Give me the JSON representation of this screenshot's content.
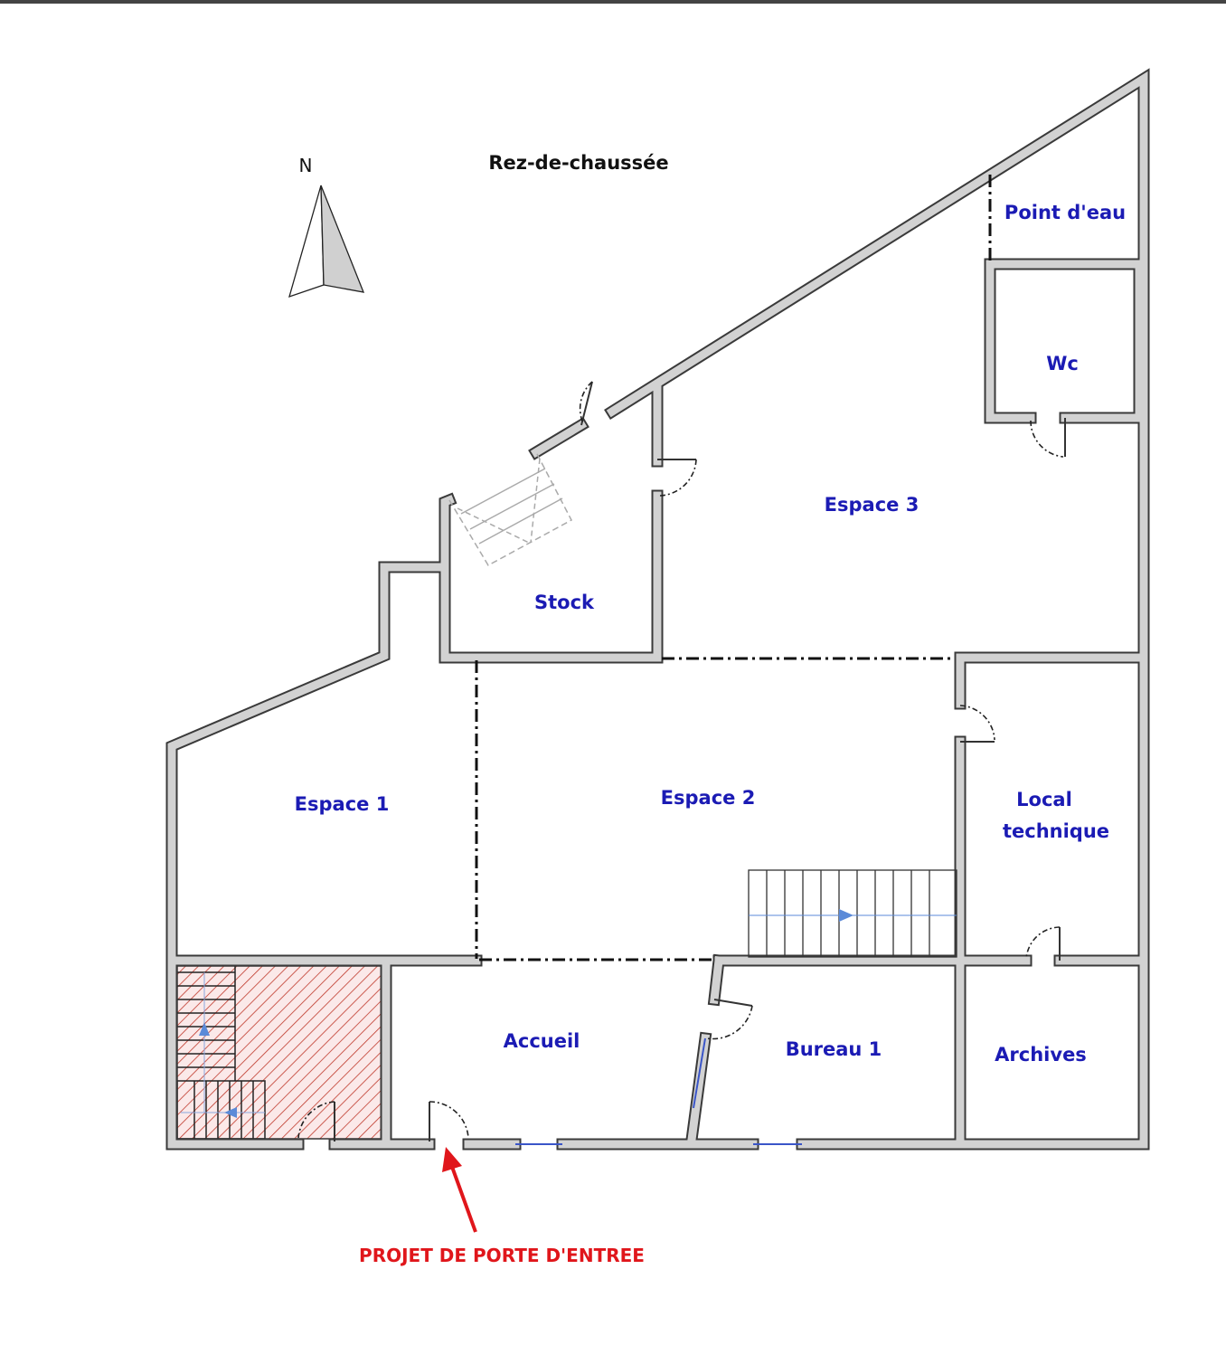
{
  "title": "Rez-de-chaussée",
  "compass": {
    "label": "N",
    "icon": "north-arrow-icon"
  },
  "rooms": {
    "point_eau": "Point d'eau",
    "wc": "Wc",
    "espace3": "Espace 3",
    "stock": "Stock",
    "espace1": "Espace 1",
    "espace2": "Espace 2",
    "local_line1": "Local",
    "local_line2": "technique",
    "accueil": "Accueil",
    "bureau1": "Bureau 1",
    "archives": "Archives"
  },
  "annotation": {
    "label": "PROJET DE PORTE D'ENTREE",
    "color": "#e0161b"
  },
  "colors": {
    "room_label": "#1b1bb4",
    "wall": "#d2d2d2",
    "hatch": "#c0392b",
    "stair_arrow": "#5b8ad8"
  }
}
